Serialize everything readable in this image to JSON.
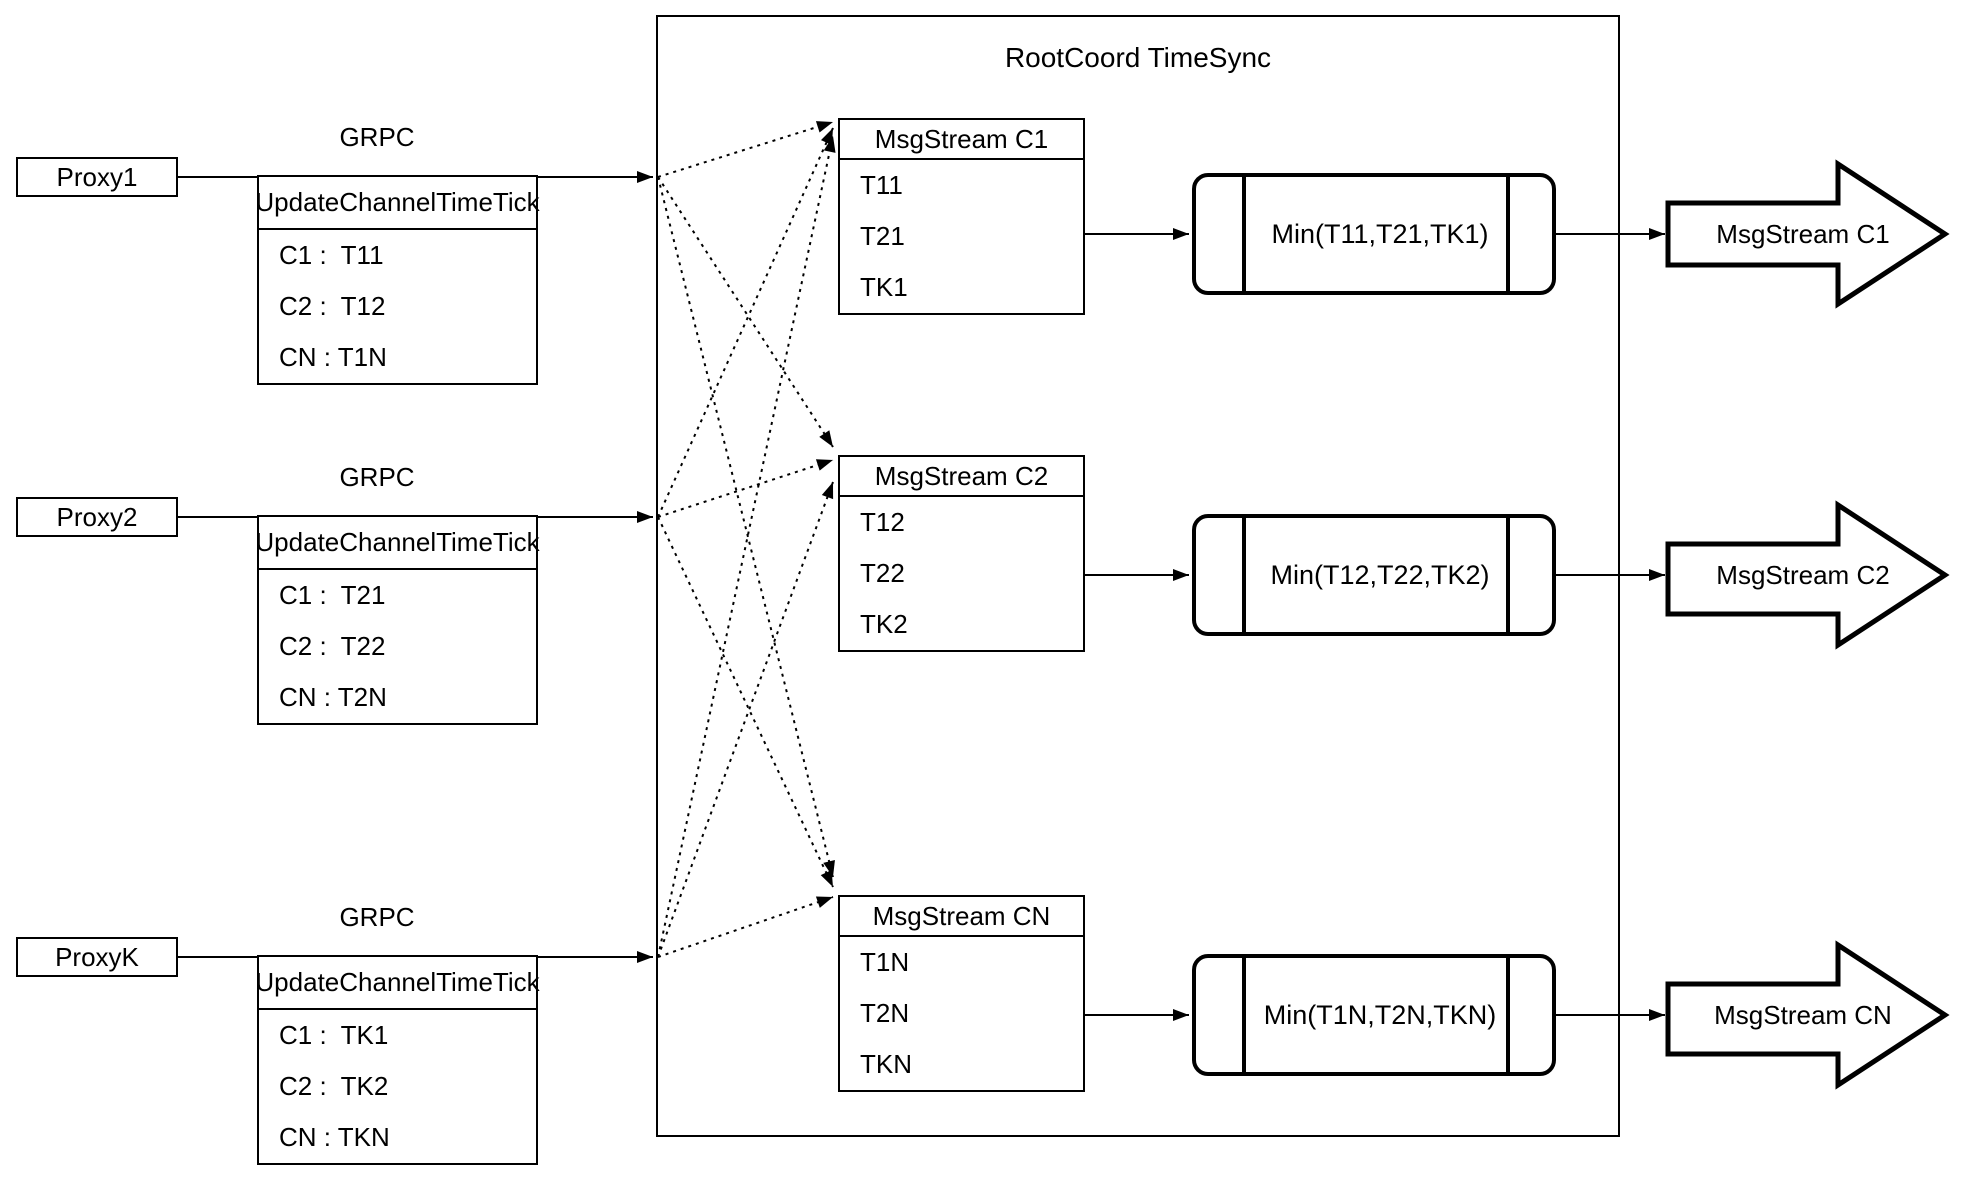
{
  "diagram_title": "RootCoord TimeSync",
  "proxies": [
    {
      "name": "Proxy1",
      "protocol_label": "GRPC",
      "table": {
        "header": "UpdateChannelTimeTick",
        "rows": [
          "C1 :  T11",
          "C2 :  T12",
          "CN : T1N"
        ]
      }
    },
    {
      "name": "Proxy2",
      "protocol_label": "GRPC",
      "table": {
        "header": "UpdateChannelTimeTick",
        "rows": [
          "C1 :  T21",
          "C2 :  T22",
          "CN : T2N"
        ]
      }
    },
    {
      "name": "ProxyK",
      "protocol_label": "GRPC",
      "table": {
        "header": "UpdateChannelTimeTick",
        "rows": [
          "C1 :  TK1",
          "C2 :  TK2",
          "CN : TKN"
        ]
      }
    }
  ],
  "rootcoord": {
    "title": "RootCoord TimeSync",
    "streams": [
      {
        "title": "MsgStream C1",
        "entries": [
          "T11",
          "T21",
          "TK1"
        ],
        "min_label": "Min(T11,T21,TK1)"
      },
      {
        "title": "MsgStream C2",
        "entries": [
          "T12",
          "T22",
          "TK2"
        ],
        "min_label": "Min(T12,T22,TK2)"
      },
      {
        "title": "MsgStream CN",
        "entries": [
          "T1N",
          "T2N",
          "TKN"
        ],
        "min_label": "Min(T1N,T2N,TKN)"
      }
    ]
  },
  "outputs": [
    {
      "label": "MsgStream C1"
    },
    {
      "label": "MsgStream C2"
    },
    {
      "label": "MsgStream CN"
    }
  ],
  "colors": {
    "stroke": "#000000",
    "background": "#ffffff"
  }
}
